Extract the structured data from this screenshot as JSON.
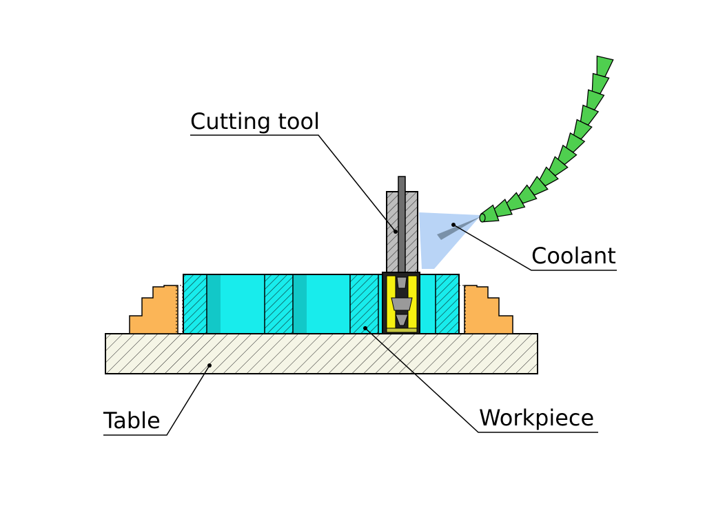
{
  "labels": {
    "cutting_tool": "Cutting tool",
    "coolant": "Coolant",
    "workpiece": "Workpiece",
    "table": "Table"
  },
  "colors": {
    "table_fill": "#f5f5e6",
    "workpiece_fill": "#18ecec",
    "workpiece_shadow": "#12c8c8",
    "clamp_fill": "#fbb557",
    "tool_holder_fill": "#bdbdbd",
    "tool_shank_fill": "#6e6e6e",
    "insert_fill": "#f5f011",
    "coolant_spray": "#7fb0ee",
    "hose_fill": "#4fcf4f",
    "line": "#000000"
  }
}
